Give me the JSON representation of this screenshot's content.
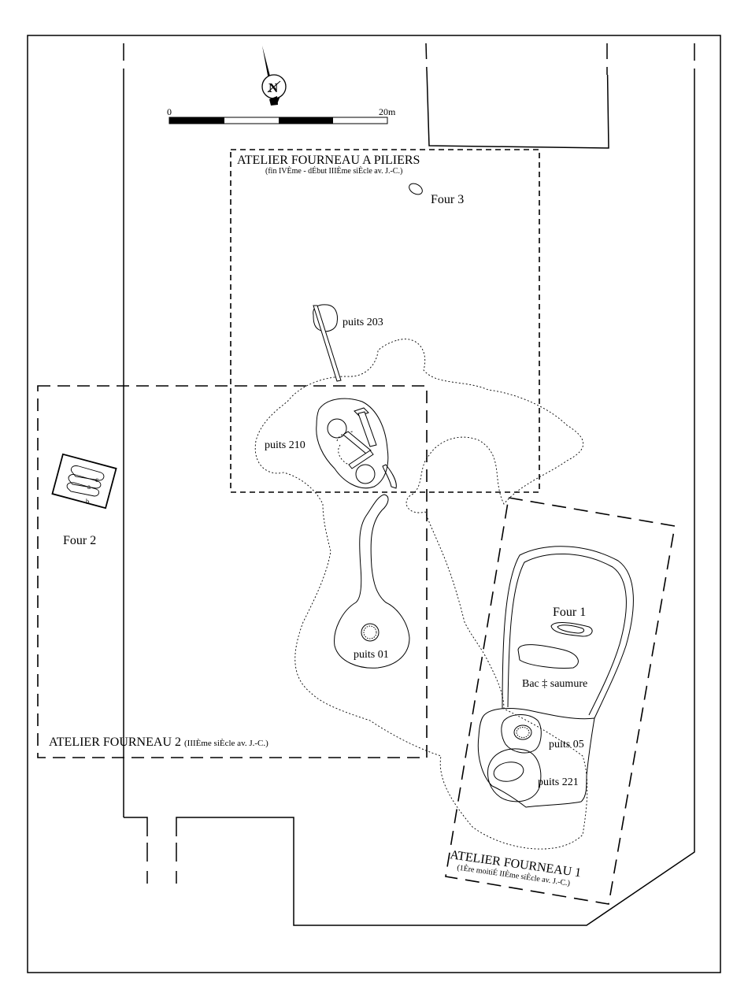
{
  "scale_bar": {
    "start_label": "0",
    "end_label": "20m"
  },
  "north_arrow": {
    "letter": "N"
  },
  "zones": {
    "piliers": {
      "title": "ATELIER FOURNEAU A PILIERS",
      "date": "(fin IVÈme - dÉbut IIIÈme siÈcle av. J.-C.)"
    },
    "fourneau2": {
      "title": "ATELIER FOURNEAU 2",
      "date": "(IIIÈme siÈcle av. J.-C.)"
    },
    "fourneau1": {
      "title": "ATELIER FOURNEAU 1",
      "date": "(1Ère moitiÉ IIÈme siÈcle av. J.-C.)"
    }
  },
  "features": {
    "four3": "Four 3",
    "four2": "Four 2",
    "four1": "Four 1",
    "bac": "Bac ‡ saumure",
    "puits203": "puits 203",
    "puits210": "puits 210",
    "puits01": "puits 01",
    "puits05": "puits 05",
    "puits221": "puits 221",
    "four2_parts": {
      "a": "a",
      "b": "b",
      "c": "c"
    }
  }
}
